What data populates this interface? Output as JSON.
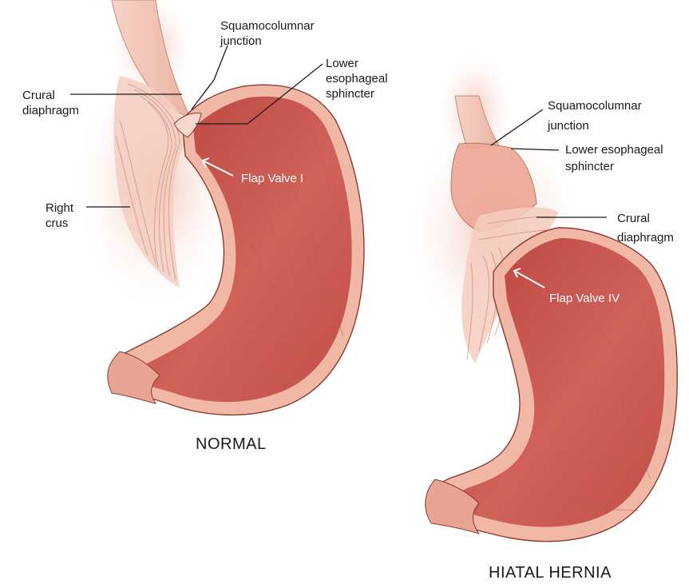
{
  "normal": {
    "title": "NORMAL",
    "labels": {
      "squamocolumnar_1": "Squamocolumnar",
      "squamocolumnar_2": "junction",
      "les_1": "Lower",
      "les_2": "esophageal",
      "les_3": "sphincter",
      "crural_1": "Crural",
      "crural_2": "diaphragm",
      "crus_1": "Right",
      "crus_2": "crus",
      "flap_valve": "Flap Valve I"
    }
  },
  "hernia": {
    "title": "HIATAL HERNIA",
    "labels": {
      "squamocolumnar_1": "Squamocolumnar",
      "squamocolumnar_2": "junction",
      "les_1": "Lower esophageal",
      "les_2": "sphincter",
      "crural_1": "Crural",
      "crural_2": "diaphragm",
      "flap_valve": "Flap Valve IV"
    }
  },
  "colors": {
    "stomach_wall": "#f2b8a6",
    "stomach_interior": "#c9524a",
    "muscle": "#efc4b6",
    "outline": "#8c3a30"
  }
}
